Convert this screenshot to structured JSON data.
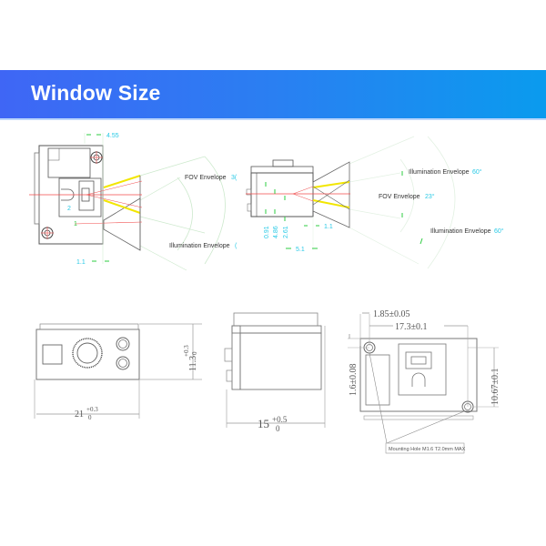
{
  "header": {
    "title": "Window Size",
    "gradient_start": "#3f66f5",
    "gradient_end": "#0a9bee"
  },
  "top_left_view": {
    "dim_top": "4.55",
    "dim_bottom": "1.1",
    "dim_inner_a": "2",
    "dim_inner_b": "1",
    "fov_label": "FOV Envelope",
    "fov_value": "3(",
    "illum_label": "Illumination Envelope",
    "illum_value": "("
  },
  "top_right_view": {
    "dim_a": "0.91",
    "dim_b": "4.86",
    "dim_c": "2.61",
    "dim_d": "1.1",
    "dim_e": "5.1",
    "illum_top_label": "Illumination Envelope",
    "illum_top_value": "60°",
    "fov_label": "FOV Envelope",
    "fov_value": "23°",
    "illum_bottom_label": "Illumination Envelope",
    "illum_bottom_value": "60°"
  },
  "front_view": {
    "width_dim": "21",
    "width_tol_plus": "+0.3",
    "width_tol_minus": "0",
    "height_dim": "11.3",
    "height_tol_plus": "+0.3",
    "height_tol_minus": "0"
  },
  "side_view": {
    "depth_dim": "15",
    "depth_tol_plus": "+0.5",
    "depth_tol_minus": "0"
  },
  "rear_view": {
    "dim_offset": "1.85±0.05",
    "dim_hole_spacing": "17.3±0.1",
    "dim_vertical_left": "1.6±0.08",
    "dim_vertical_right": "10.67±0.1",
    "note": "Mounting Hole M1.6  T2.0mm MAX"
  },
  "colors": {
    "ray_yellow": "#f2e600",
    "axis_red": "#f04a4a",
    "dim_green": "#2ecc40",
    "dim_cyan": "#27c9e6",
    "line_gray": "#555555"
  }
}
